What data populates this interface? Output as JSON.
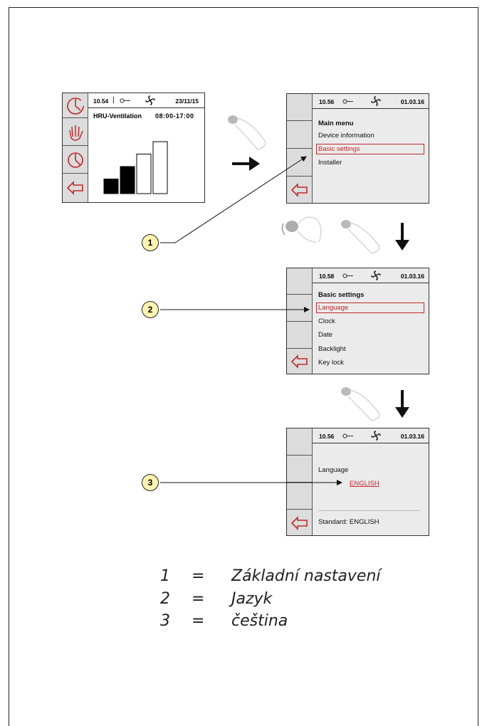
{
  "screen1": {
    "time": "10.54",
    "date": "23/11/15",
    "mode_label": "HRU-Ventilation",
    "schedule": "08:00-17:00",
    "fan_levels": [
      1,
      2,
      3,
      4
    ],
    "active_levels": 2
  },
  "screen2": {
    "time": "10.56",
    "date": "01.03.16",
    "title": "Main menu",
    "items": [
      "Device information",
      "Basic settings",
      "Installer"
    ],
    "selected_index": 1
  },
  "screen3": {
    "time": "10.58",
    "date": "01.03.16",
    "title": "Basic settings",
    "items": [
      "Language",
      "Clock",
      "Date",
      "Backlight",
      "Key lock"
    ],
    "selected_index": 0
  },
  "screen4": {
    "time": "10.56",
    "date": "01.03.16",
    "label": "Language",
    "value": "ENGLISH",
    "standard": "Standard: ENGLISH"
  },
  "callouts": [
    "1",
    "2",
    "3"
  ],
  "legend": [
    {
      "num": "1",
      "eq": "=",
      "text": "Základní nastavení"
    },
    {
      "num": "2",
      "eq": "=",
      "text": "Jazyk"
    },
    {
      "num": "3",
      "eq": "=",
      "text": "čeština"
    }
  ],
  "colors": {
    "accent": "#c0282d",
    "callout_fill": "#fff3b0"
  }
}
